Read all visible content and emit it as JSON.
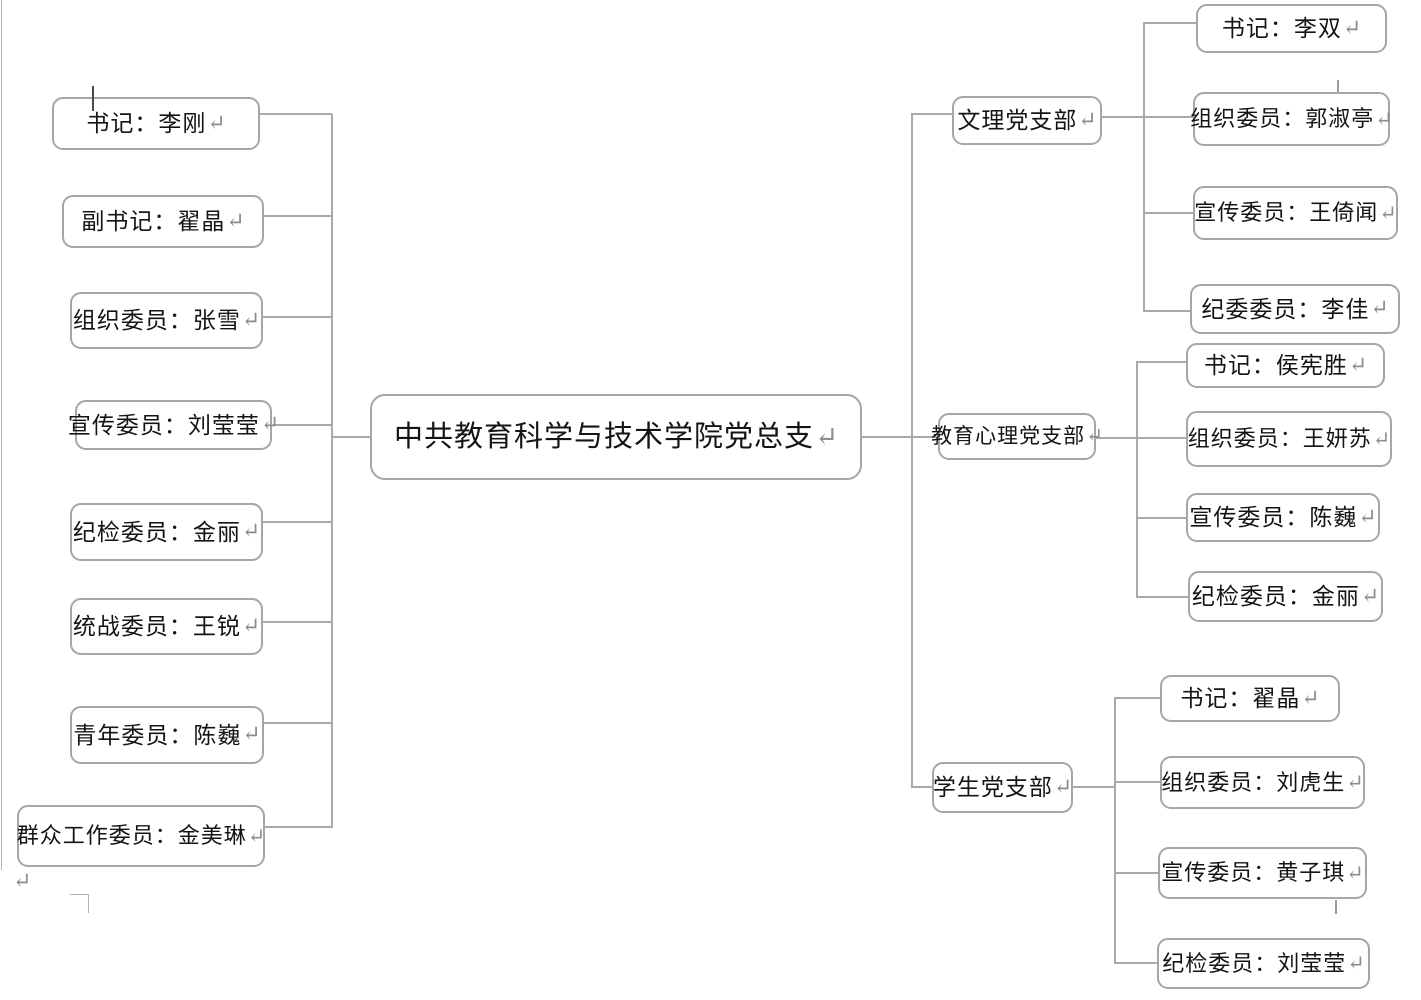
{
  "pmark": "↵",
  "stray_mark": "↵",
  "root": {
    "label": "中共教育科学与技术学院党总支"
  },
  "left_members": [
    {
      "label": "书记：李刚"
    },
    {
      "label": "副书记：翟晶"
    },
    {
      "label": "组织委员：张雪"
    },
    {
      "label": "宣传委员：刘莹莹"
    },
    {
      "label": "纪检委员：金丽"
    },
    {
      "label": "统战委员：王锐"
    },
    {
      "label": "青年委员：陈巍"
    },
    {
      "label": "群众工作委员：金美琳"
    }
  ],
  "branches": [
    {
      "label": "文理党支部",
      "children": [
        {
          "label": "书记：李双"
        },
        {
          "label": "组织委员：郭淑亭"
        },
        {
          "label": "宣传委员：王倚闻"
        },
        {
          "label": "纪委委员：李佳"
        }
      ]
    },
    {
      "label": "教育心理党支部",
      "children": [
        {
          "label": "书记：侯宪胜"
        },
        {
          "label": "组织委员：王妍苏"
        },
        {
          "label": "宣传委员：陈巍"
        },
        {
          "label": "纪检委员：金丽"
        }
      ]
    },
    {
      "label": "学生党支部",
      "children": [
        {
          "label": "书记：翟晶"
        },
        {
          "label": "组织委员：刘虎生"
        },
        {
          "label": "宣传委员：黄子琪"
        },
        {
          "label": "纪检委员：刘莹莹"
        }
      ]
    }
  ],
  "colors": {
    "box_border": "#a6a6a6",
    "connector": "#a9a9a9",
    "text": "#141414",
    "paragraph_mark": "#8c8c8c",
    "background": "#ffffff"
  }
}
